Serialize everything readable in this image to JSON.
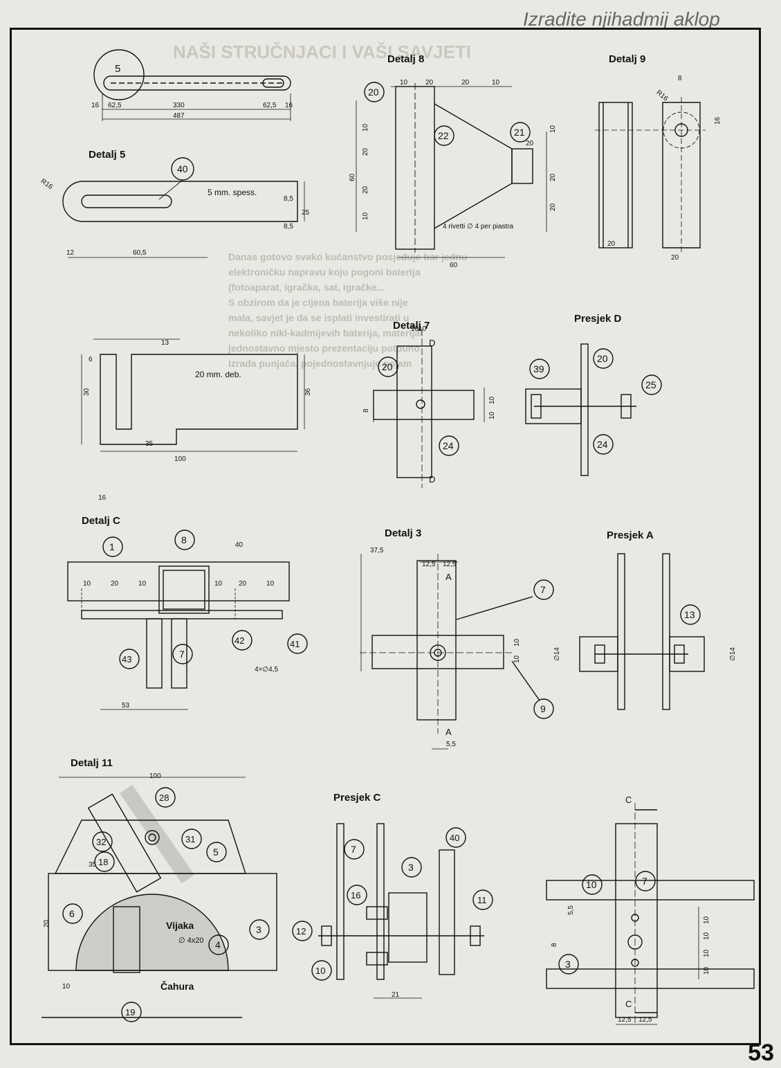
{
  "page": {
    "headline": "Izradite njihadmij aklop",
    "page_number": "53",
    "background_headline": "NAŠI STRUČNJACI I VAŠI SAVJETI",
    "background_center_text": [
      "Danas gotovo svako kućanstvo posjeduje bar jednu",
      "elektroničku napravu koju pogoni baterija",
      "(fotoaparat, igračka, sat, igračke...",
      "S obzirom da je cijena baterija više nije",
      "mala, savjet je da se isplati investirati u",
      "nekoliko nikl-kadmijevih baterija, materijal",
      "jednostavno mjesto prezentaciju potpuno",
      "Izrada punjača, pojednostavnjuje pojam"
    ]
  },
  "details": {
    "d5": {
      "title": "Detalj 5",
      "callouts": [
        "5",
        "40"
      ],
      "dims": [
        "16",
        "62,5",
        "330",
        "62,5",
        "16",
        "487",
        "R16",
        "5 mm. spess.",
        "8,5",
        "8,5",
        "25",
        "12",
        "60,5"
      ]
    },
    "d8": {
      "title": "Detalj 8",
      "callouts": [
        "20",
        "22",
        "21"
      ],
      "dims": [
        "10",
        "20",
        "20",
        "10",
        "10",
        "20",
        "20",
        "10",
        "10",
        "20",
        "60",
        "20",
        "20",
        "60"
      ],
      "note": "4 rivetti ∅ 4 per piastra"
    },
    "d9": {
      "title": "Detalj 9",
      "dims": [
        "8",
        "R16",
        "16",
        "20",
        "20"
      ]
    },
    "plate": {
      "dims": [
        "13",
        "6",
        "30",
        "35",
        "36",
        "100",
        "16"
      ],
      "note": "20 mm. deb."
    },
    "d7": {
      "title": "Detalj 7",
      "callouts": [
        "20",
        "24"
      ],
      "dims": [
        "10",
        "10",
        "8",
        "10",
        "10"
      ],
      "section_mark": "D"
    },
    "presjekD": {
      "title": "Presjek D",
      "callouts": [
        "20",
        "39",
        "25",
        "24"
      ]
    },
    "dC": {
      "title": "Detalj C",
      "callouts": [
        "1",
        "8",
        "43",
        "7",
        "42",
        "41"
      ],
      "dims": [
        "10",
        "20",
        "10",
        "40",
        "10",
        "20",
        "10",
        "53"
      ],
      "note": "4×∅4,5"
    },
    "d3": {
      "title": "Detalj 3",
      "callouts": [
        "7",
        "9"
      ],
      "dims": [
        "37,5",
        "12,5",
        "12,5",
        "10",
        "10",
        "5,5"
      ],
      "section_mark": "A"
    },
    "presjekA": {
      "title": "Presjek A",
      "callouts": [
        "13"
      ],
      "dims": [
        "∅14",
        "∅14"
      ]
    },
    "d11": {
      "title": "Detalj 11",
      "callouts": [
        "28",
        "32",
        "31",
        "5",
        "18",
        "6",
        "3",
        "4",
        "19"
      ],
      "dims": [
        "100",
        "35",
        "20",
        "10"
      ],
      "label_screw": "Vijaka",
      "label_screw_size": "∅ 4x20",
      "label_bushing": "Čahura"
    },
    "presjekC": {
      "title": "Presjek C",
      "callouts": [
        "7",
        "3",
        "40",
        "16",
        "12",
        "11",
        "10"
      ],
      "dims": [
        "21"
      ]
    },
    "secC": {
      "callouts": [
        "10",
        "7",
        "3"
      ],
      "dims": [
        "5,5",
        "8",
        "10",
        "10",
        "10",
        "10",
        "12,5",
        "12,5"
      ],
      "section_mark": "C"
    }
  },
  "colors": {
    "ink": "#111111",
    "paper": "#e9e8e2",
    "ghost": "#c9c8c0"
  }
}
